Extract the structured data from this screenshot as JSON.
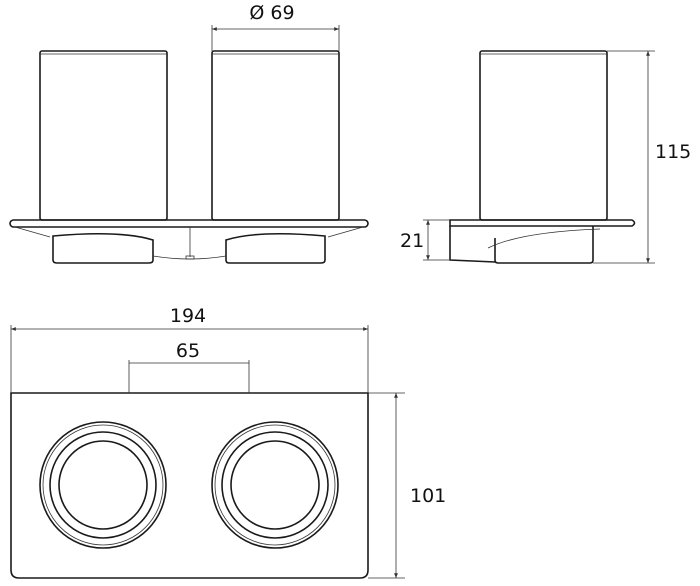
{
  "dimensions": {
    "diameter": "Ø 69",
    "height": "115",
    "base_height": "21",
    "width": "194",
    "spacing": "65",
    "depth": "101"
  },
  "colors": {
    "line": "#1a1a1a",
    "background": "#ffffff"
  }
}
